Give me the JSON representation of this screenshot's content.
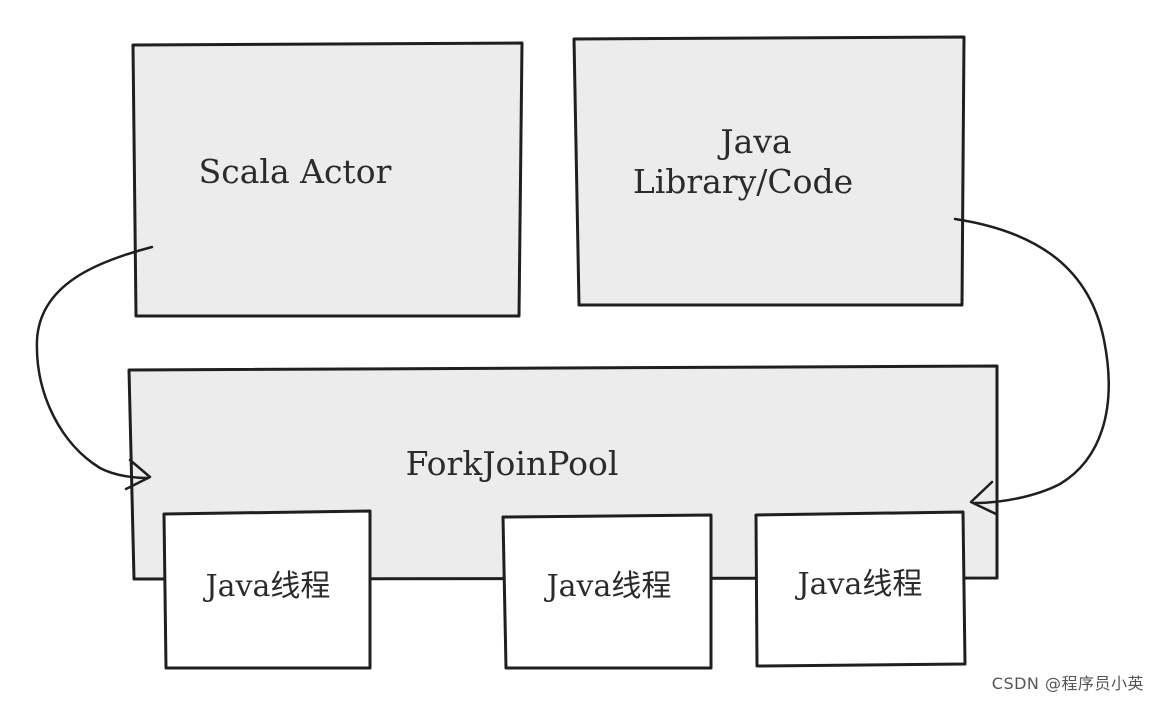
{
  "nodes": {
    "scala_actor": {
      "label": "Scala Actor"
    },
    "java_library": {
      "line1": "Java",
      "line2": "Library/Code"
    },
    "forkjoinpool": {
      "label": "ForkJoinPool"
    },
    "threads": [
      {
        "label": "Java线程"
      },
      {
        "label": "Java线程"
      },
      {
        "label": "Java线程"
      }
    ]
  },
  "watermark": "CSDN @程序员小英",
  "colors": {
    "box_fill": "#ececec",
    "outline": "#1f1f1f",
    "thread_fill": "#ffffff",
    "text": "#2b2b2b"
  }
}
